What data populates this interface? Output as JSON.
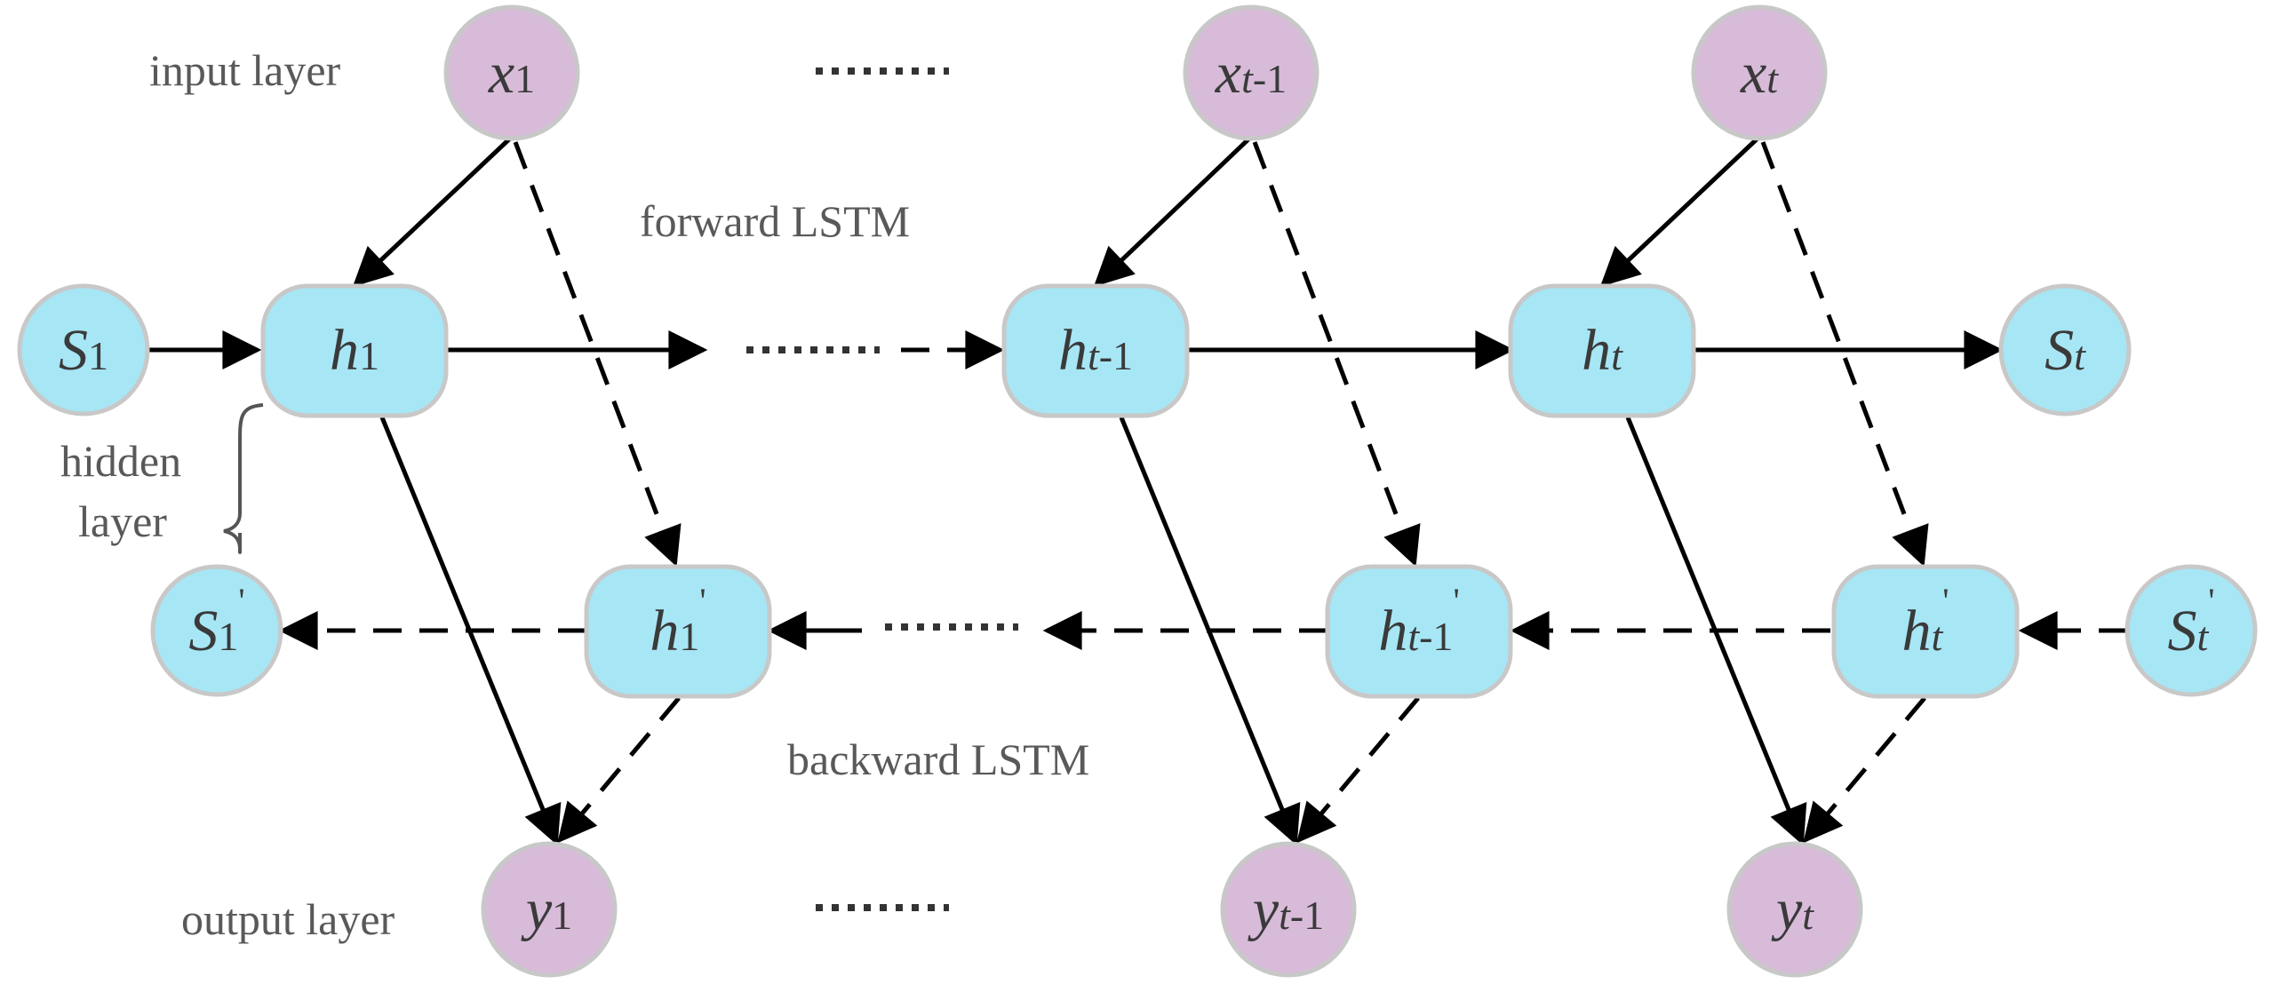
{
  "labels": {
    "input_layer": "input layer",
    "forward_lstm": "forward LSTM",
    "hidden_layer_line1": "hidden",
    "hidden_layer_line2": "layer",
    "backward_lstm": "backward LSTM",
    "output_layer": "output layer"
  },
  "nodes": {
    "x1": {
      "base": "x",
      "sub": "1",
      "sup": ""
    },
    "xt1": {
      "base": "x",
      "sub": "t",
      "sub2": "-1",
      "sup": ""
    },
    "xt": {
      "base": "x",
      "sub": "t",
      "sup": ""
    },
    "s1": {
      "base": "S",
      "sub": "1",
      "sup": ""
    },
    "h1": {
      "base": "h",
      "sub": "1",
      "sup": ""
    },
    "ht1": {
      "base": "h",
      "sub": "t",
      "sub2": "-1",
      "sup": ""
    },
    "ht": {
      "base": "h",
      "sub": "t",
      "sup": ""
    },
    "st": {
      "base": "S",
      "sub": "t",
      "sup": ""
    },
    "s1p": {
      "base": "S",
      "sub": "1",
      "sup": "'"
    },
    "h1p": {
      "base": "h",
      "sub": "1",
      "sup": "'"
    },
    "ht1p": {
      "base": "h",
      "sub": "t",
      "sub2": "-1",
      "sup": "'"
    },
    "htp": {
      "base": "h",
      "sub": "t",
      "sup": "'"
    },
    "stp": {
      "base": "S",
      "sub": "t",
      "sup": "'"
    },
    "y1": {
      "base": "y",
      "sub": "1",
      "sup": ""
    },
    "yt1": {
      "base": "y",
      "sub": "t",
      "sub2": "-1",
      "sup": ""
    },
    "yt": {
      "base": "y",
      "sub": "t",
      "sup": ""
    }
  },
  "colors": {
    "io_node": "#d8bbd9",
    "hidden_node": "#a7e6f5",
    "node_border": "#c8c8c8",
    "arrow": "#000000",
    "label_text": "#595959"
  }
}
